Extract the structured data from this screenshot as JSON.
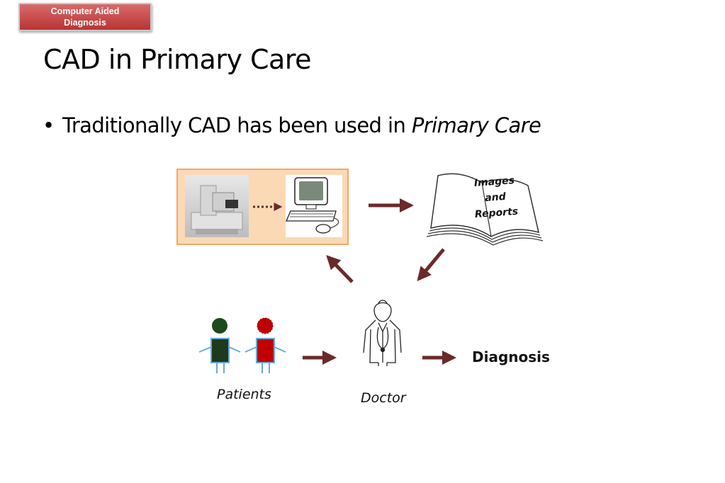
{
  "header": {
    "badge_line1": "Computer Aided",
    "badge_line2": "Diagnosis",
    "title": "CAD in Primary Care"
  },
  "bullet": {
    "text": "Traditionally CAD has been used in ",
    "emphasis": "Primary Care"
  },
  "diagram": {
    "book_line1": "Images",
    "book_line2": "and",
    "book_line3": "Reports",
    "patients_label": "Patients",
    "doctor_label": "Doctor",
    "diagnosis_label": "Diagnosis",
    "colors": {
      "arrow": "#6b2a2a",
      "panel_bg": "#fbd9b5",
      "panel_border": "#f2a865",
      "patient1_head": "#1e4a1e",
      "patient1_body": "#1c3a1c",
      "patient2_head": "#c00000",
      "patient2_body": "#c00000",
      "limbs": "#6aaad8"
    }
  }
}
